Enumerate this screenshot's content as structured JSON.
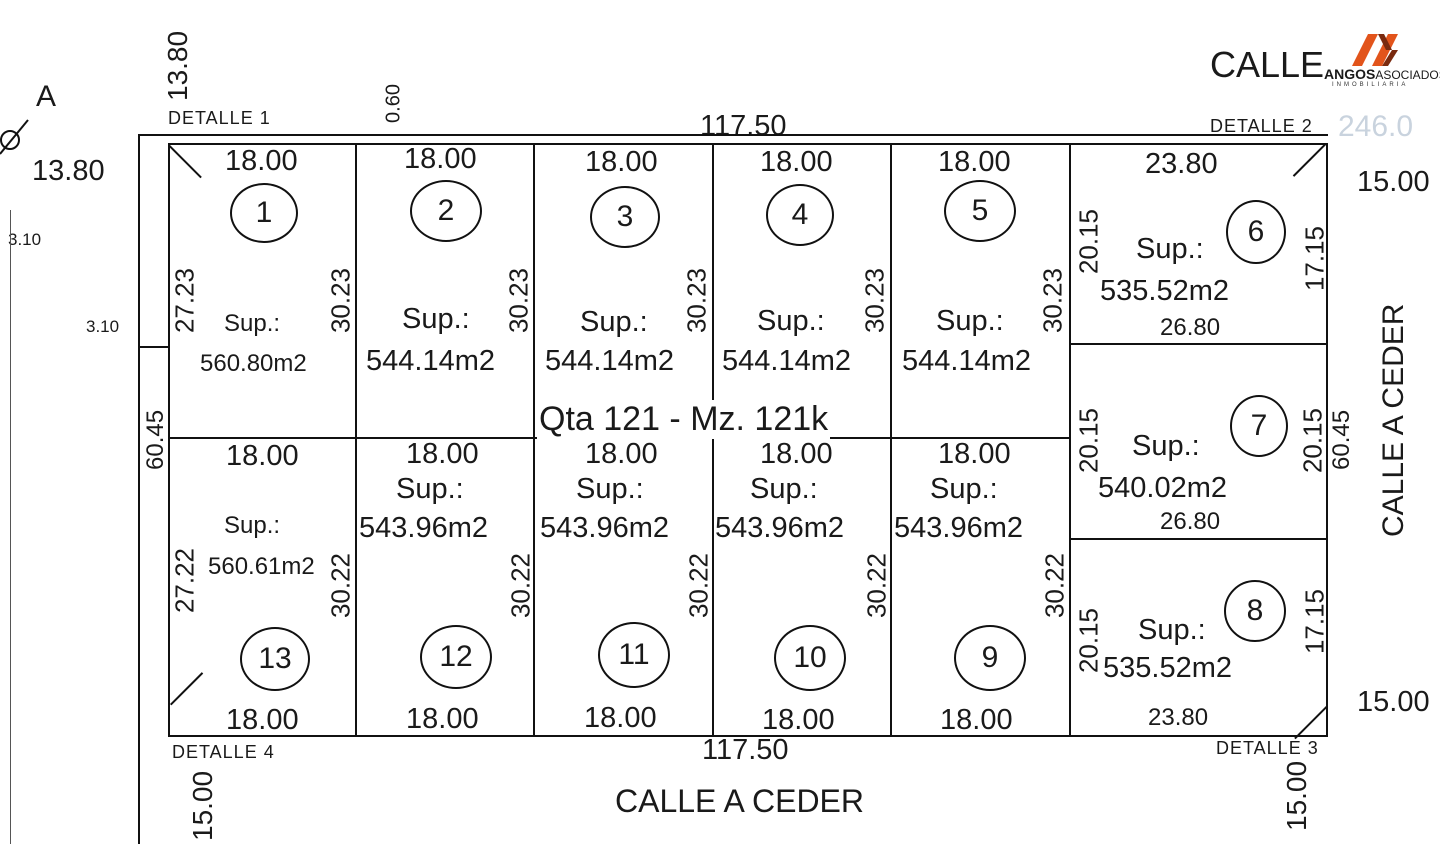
{
  "logo": {
    "name_bold": "ANGOS",
    "name_rest": "ASOCIADOS",
    "tagline": "INMOBILIARIA",
    "colors": {
      "accent": "#e2541b",
      "dark": "#7a2a0f"
    }
  },
  "streets": {
    "top": "CALLE",
    "right": "CALLE A CEDER",
    "bottom": "CALLE A CEDER"
  },
  "block_label": "Qta 121 - Mz. 121k",
  "details": {
    "d1": "DETALLE 1",
    "d2": "DETALLE 2",
    "d3": "DETALLE 3",
    "d4": "DETALLE 4"
  },
  "outer_dims": {
    "letter_a": "A",
    "top_left_vertical": "13.80",
    "top_left_horizontal": "13.80",
    "left_small": "3.10",
    "left_small_2": "3.10",
    "top_offset": "0.60",
    "top_length": "117.50",
    "bottom_length": "117.50",
    "left_depth": "60.45",
    "right_depth": "60.45",
    "right_top": "15.00",
    "right_bottom": "15.00",
    "bottom_left": "15.00",
    "bottom_right": "15.00",
    "ghost": "246.0"
  },
  "lots": [
    {
      "num": "1",
      "front": "18.00",
      "left": "27.23",
      "right": "30.23",
      "sup": "Sup.:",
      "area": "560.80m2"
    },
    {
      "num": "2",
      "front": "18.00",
      "right": "30.23",
      "sup": "Sup.:",
      "area": "544.14m2"
    },
    {
      "num": "3",
      "front": "18.00",
      "right": "30.23",
      "sup": "Sup.:",
      "area": "544.14m2"
    },
    {
      "num": "4",
      "front": "18.00",
      "right": "30.23",
      "sup": "Sup.:",
      "area": "544.14m2"
    },
    {
      "num": "5",
      "front": "18.00",
      "right": "30.23",
      "sup": "Sup.:",
      "area": "544.14m2"
    },
    {
      "num": "6",
      "top": "23.80",
      "left": "20.15",
      "right": "17.15",
      "bottom": "26.80",
      "sup": "Sup.:",
      "area": "535.52m2"
    },
    {
      "num": "7",
      "left": "20.15",
      "right": "20.15",
      "bottom": "26.80",
      "sup": "Sup.:",
      "area": "540.02m2"
    },
    {
      "num": "8",
      "left": "20.15",
      "right": "17.15",
      "bottom": "23.80",
      "sup": "Sup.:",
      "area": "535.52m2"
    },
    {
      "num": "9",
      "front": "18.00",
      "top": "18.00",
      "right": "30.22",
      "sup": "Sup.:",
      "area": "543.96m2"
    },
    {
      "num": "10",
      "front": "18.00",
      "top": "18.00",
      "right": "30.22",
      "sup": "Sup.:",
      "area": "543.96m2"
    },
    {
      "num": "11",
      "front": "18.00",
      "top": "18.00",
      "right": "30.22",
      "sup": "Sup.:",
      "area": "543.96m2"
    },
    {
      "num": "12",
      "front": "18.00",
      "top": "18.00",
      "right": "30.22",
      "sup": "Sup.:",
      "area": "543.96m2"
    },
    {
      "num": "13",
      "front": "18.00",
      "top": "18.00",
      "left": "27.22",
      "right": "30.22",
      "sup": "Sup.:",
      "area": "560.61m2"
    }
  ]
}
